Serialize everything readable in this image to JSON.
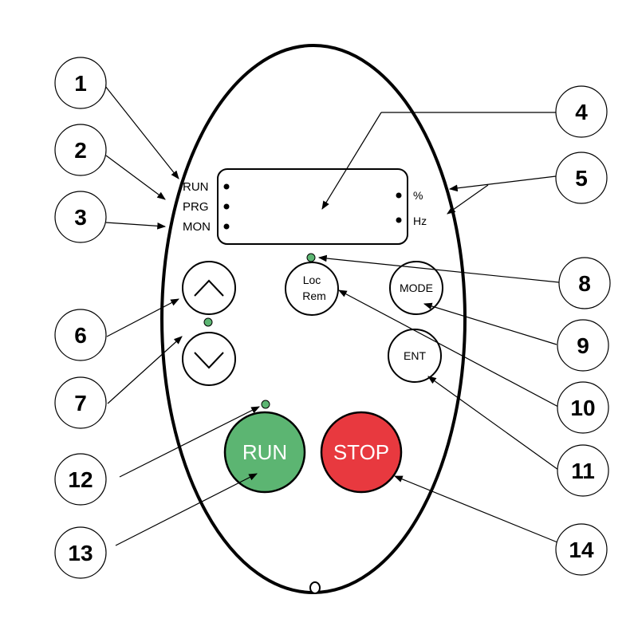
{
  "panel": {
    "indicators_left": [
      "RUN",
      "PRG",
      "MON"
    ],
    "indicators_right": [
      "%",
      "Hz"
    ],
    "keys": {
      "up_icon": "chevron-up-icon",
      "down_icon": "chevron-down-icon",
      "loc_rem_line1": "Loc",
      "loc_rem_line2": "Rem",
      "mode": "MODE",
      "ent": "ENT",
      "run": "RUN",
      "stop": "STOP"
    },
    "colors": {
      "run_button": "#5cb572",
      "stop_button": "#e8393f",
      "led": "#5cb572",
      "outline": "#000000"
    }
  },
  "callouts": [
    "1",
    "2",
    "3",
    "4",
    "5",
    "6",
    "7",
    "8",
    "9",
    "10",
    "11",
    "12",
    "13",
    "14"
  ]
}
